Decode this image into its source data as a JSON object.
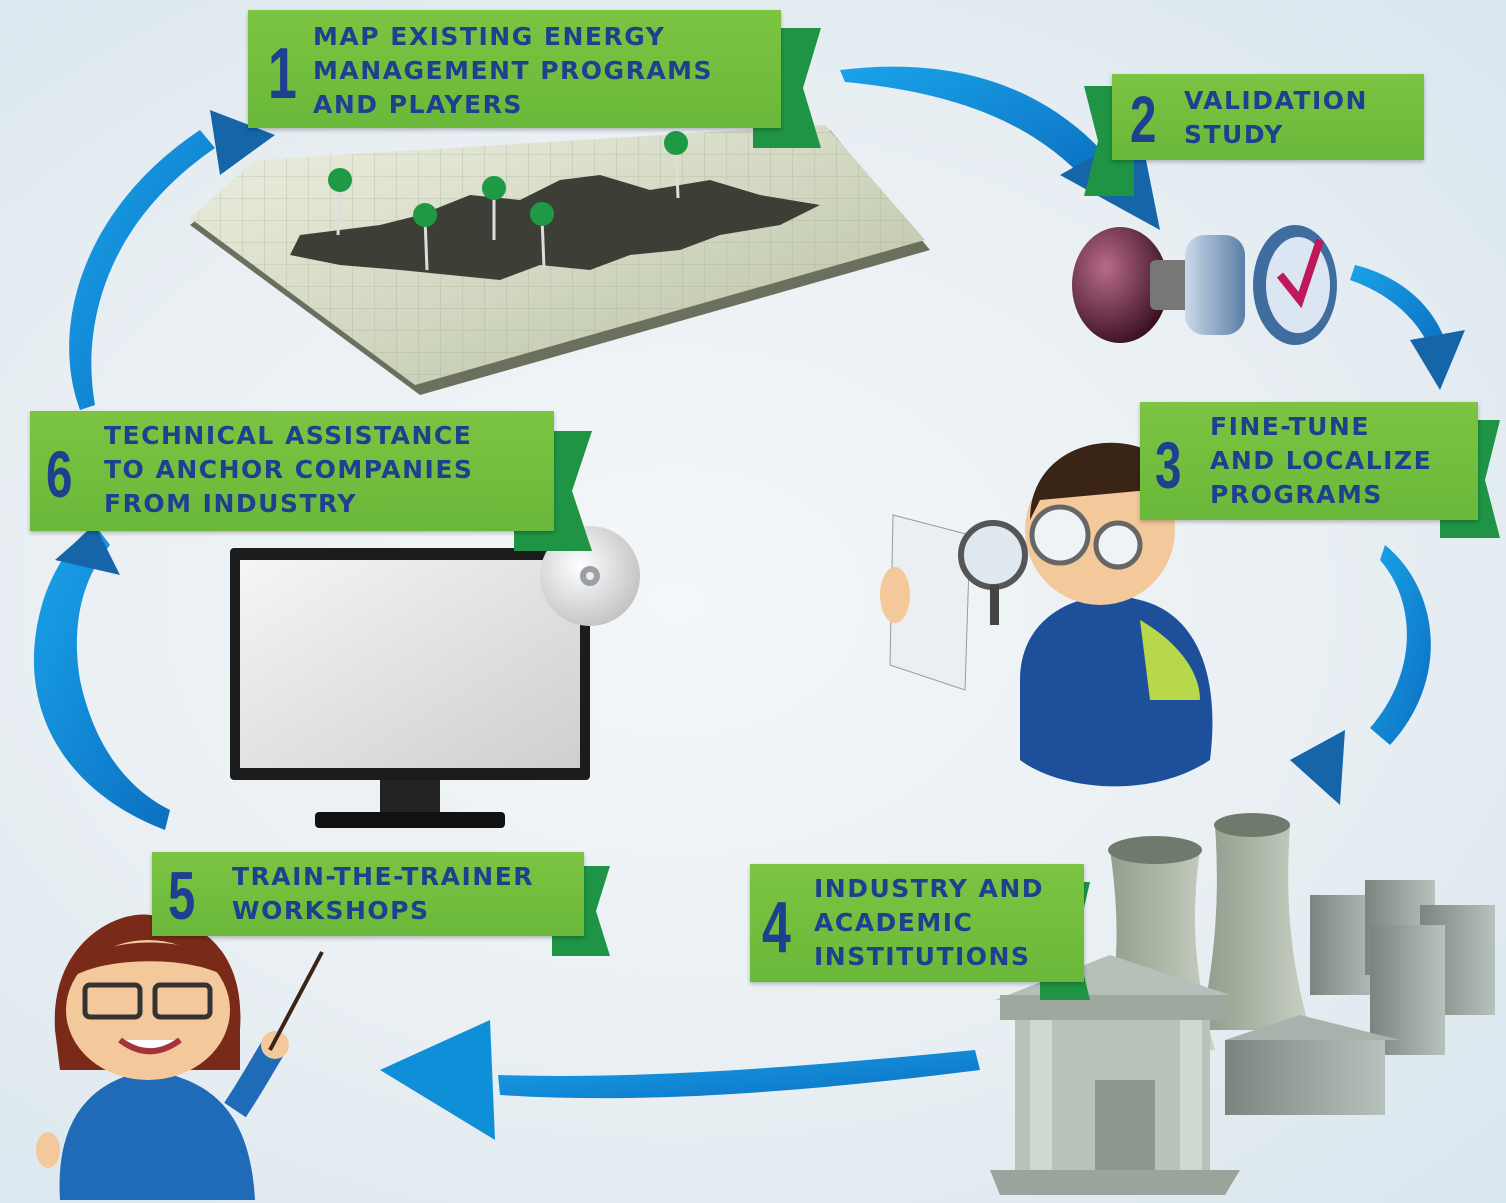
{
  "steps": [
    {
      "number": "1",
      "lines": [
        "MAP EXISTING ENERGY",
        "MANAGEMENT PROGRAMS",
        "AND PLAYERS"
      ]
    },
    {
      "number": "2",
      "lines": [
        "VALIDATION",
        "STUDY"
      ]
    },
    {
      "number": "3",
      "lines": [
        "FINE-TUNE",
        "AND LOCALIZE",
        "PROGRAMS"
      ]
    },
    {
      "number": "4",
      "lines": [
        "INDUSTRY AND",
        "ACADEMIC",
        "INSTITUTIONS"
      ]
    },
    {
      "number": "5",
      "lines": [
        "TRAIN-THE-TRAINER",
        "WORKSHOPS"
      ]
    },
    {
      "number": "6",
      "lines": [
        "TECHNICAL ASSISTANCE",
        "TO ANCHOR COMPANIES",
        "FROM INDUSTRY"
      ]
    }
  ],
  "colors": {
    "banner_green": "#6ab83a",
    "banner_fold": "#1e9444",
    "text_navy": "#1f3f8f",
    "arrow_blue": "#0e8fd8",
    "arrow_dark": "#1565a8"
  },
  "icons": [
    "map-with-pins-icon",
    "rubber-stamp-icon",
    "inspector-with-magnifier-icon",
    "factory-buildings-icon",
    "teacher-with-pointer-icon",
    "monitor-with-disc-icon"
  ]
}
